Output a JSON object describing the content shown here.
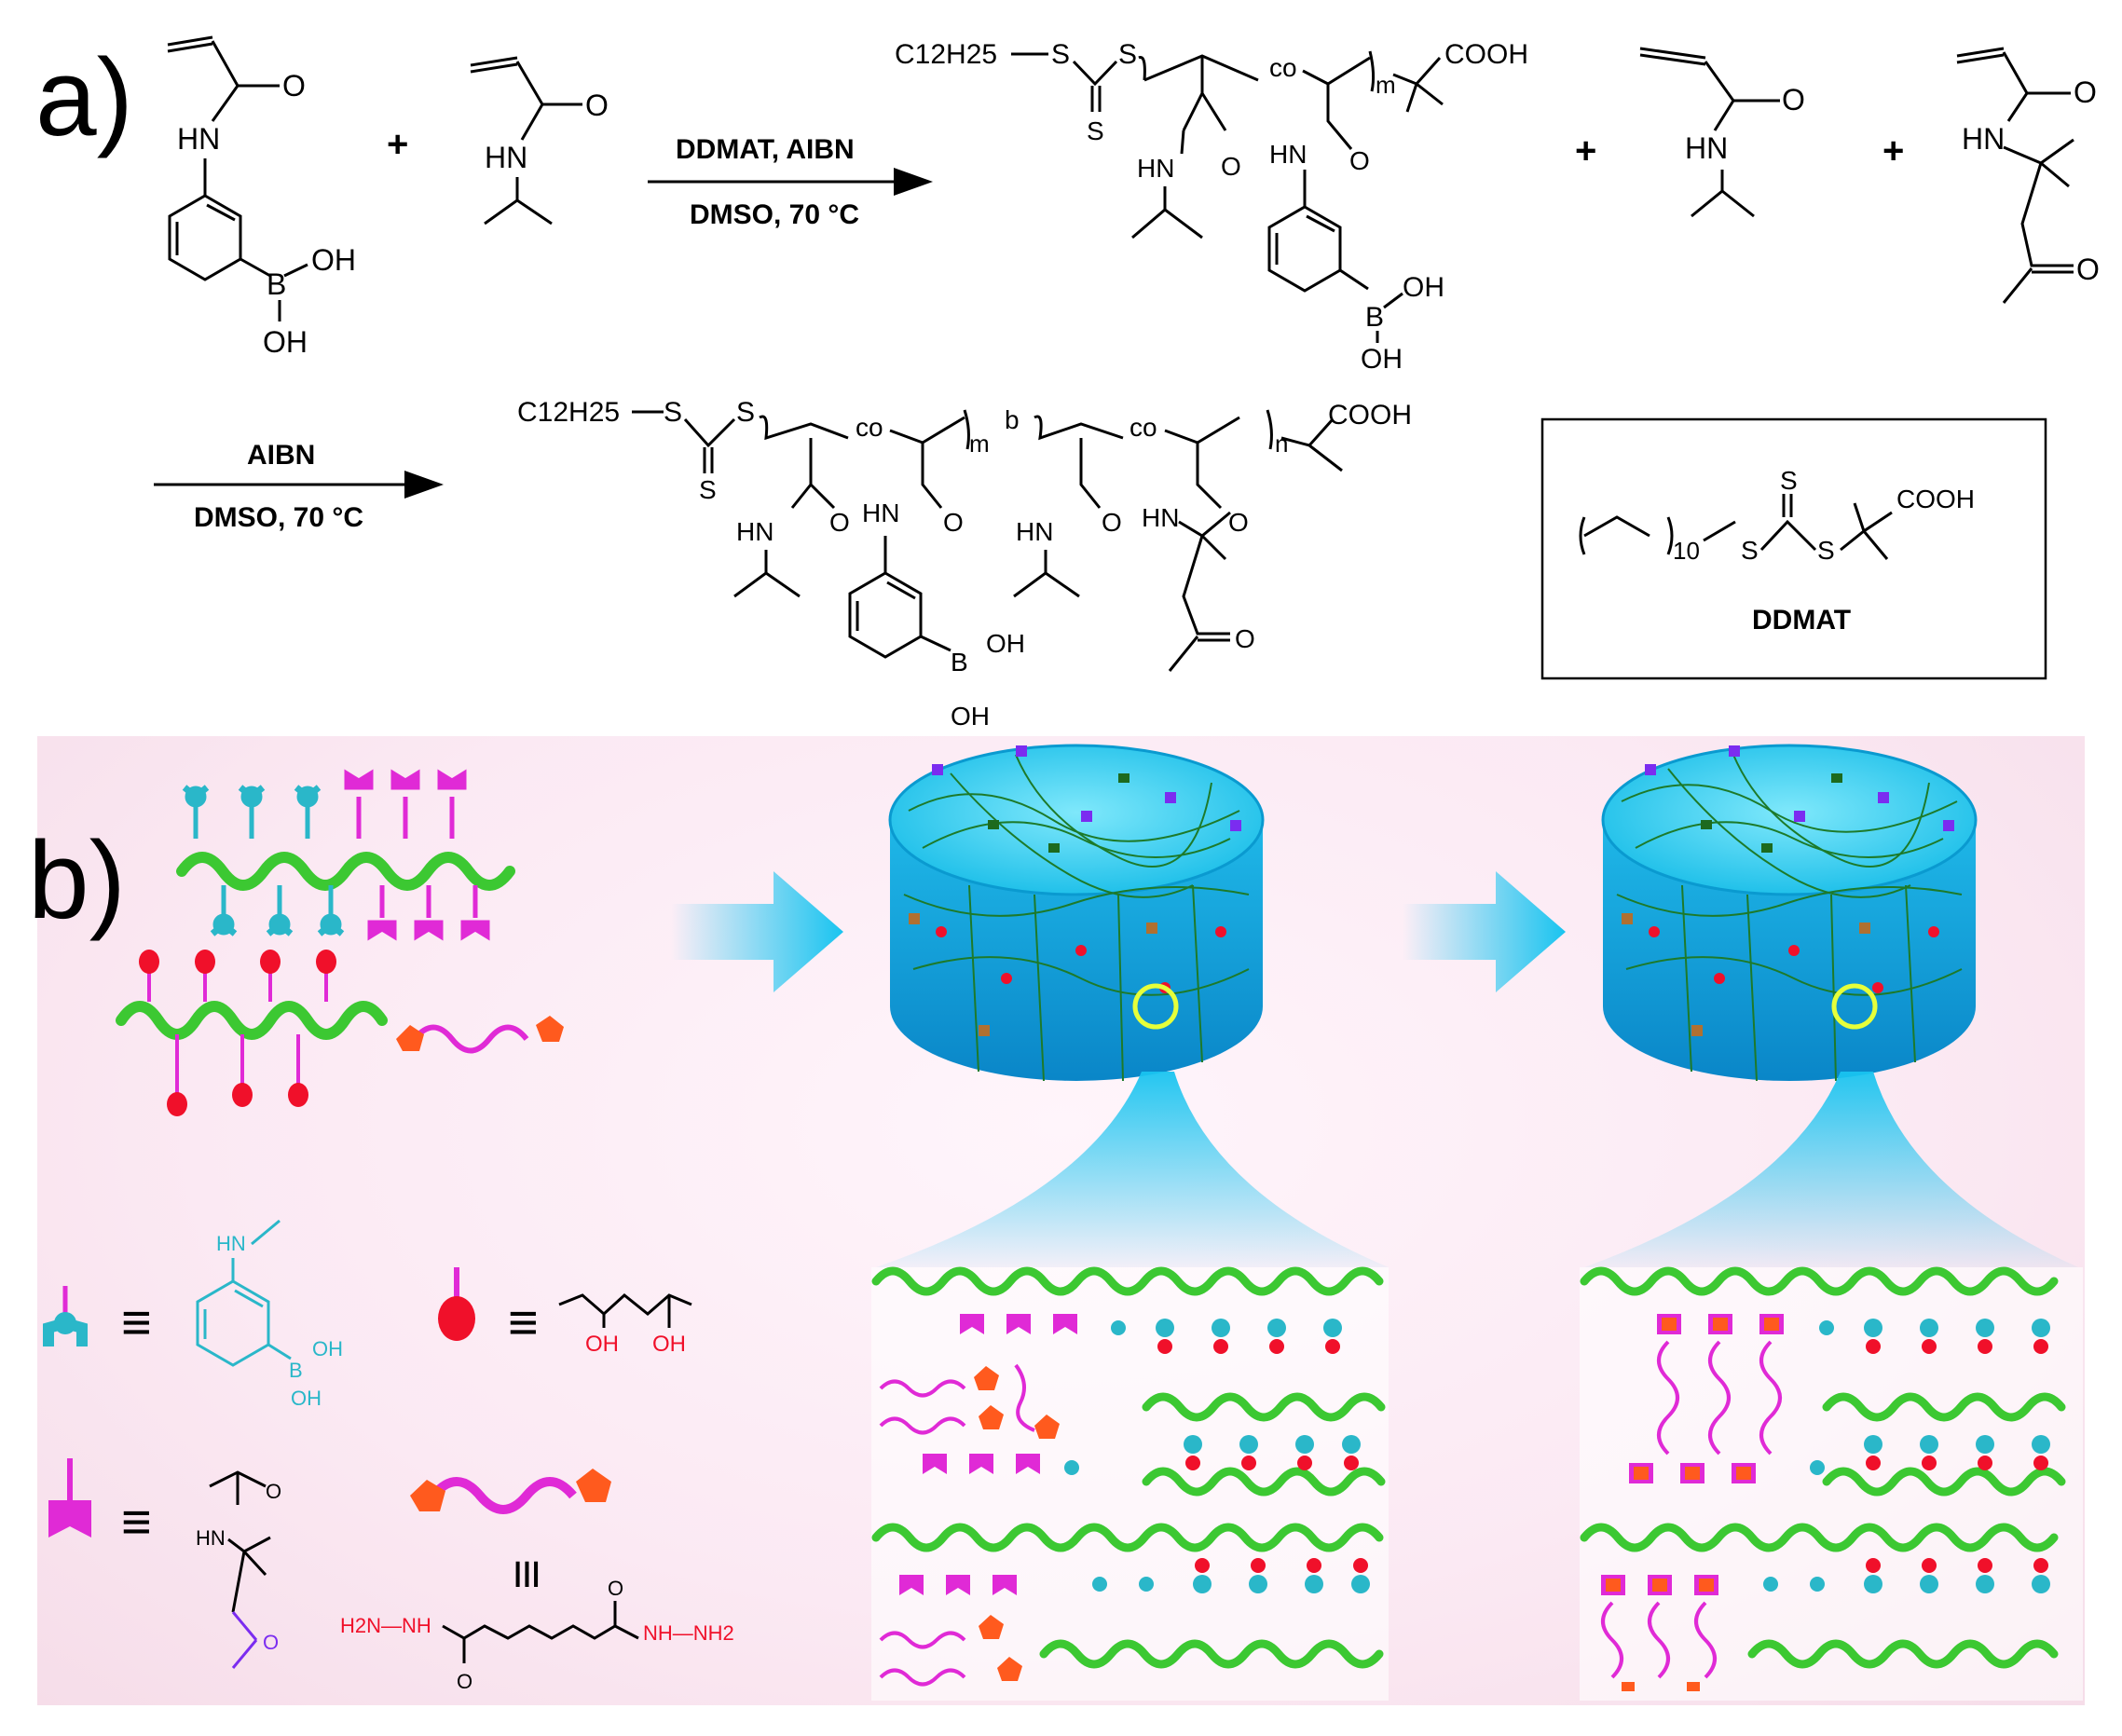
{
  "panel_a": {
    "label": "a)",
    "reaction1": {
      "plus": "+",
      "reagents": "DDMAT, AIBN",
      "conditions": "DMSO, 70 °C"
    },
    "reaction2": {
      "plus1": "+",
      "plus2": "+",
      "reagents": "AIBN",
      "conditions": "DMSO, 70 °C"
    },
    "atoms": {
      "o": "O",
      "hn": "HN",
      "b": "B",
      "oh": "OH",
      "s": "S",
      "c12h25": "C12H25",
      "co": "co",
      "cooh": "COOH",
      "m": "m",
      "n": "n",
      "b_block": "b",
      "ten": "10"
    },
    "ddmat_box": {
      "label": "DDMAT"
    }
  },
  "panel_b": {
    "label": "b)",
    "legend": {
      "equiv": "≡",
      "equiv_vertical": "≡",
      "boronic": {
        "hn": "HN",
        "b": "B",
        "oh": "OH"
      },
      "diol": {
        "oh": "OH"
      },
      "ketone": {
        "hn": "HN",
        "o": "O"
      },
      "adh": {
        "left": "H2N—NH",
        "right": "NH—NH2",
        "o": "O"
      }
    }
  },
  "colors": {
    "cyan": "#2ab7c9",
    "magenta": "#e02ad6",
    "red": "#f0102a",
    "green": "#3cc832",
    "orange": "#ff5a1e",
    "gel": "#1ec8ee",
    "purple_o": "#7b2cf0"
  }
}
